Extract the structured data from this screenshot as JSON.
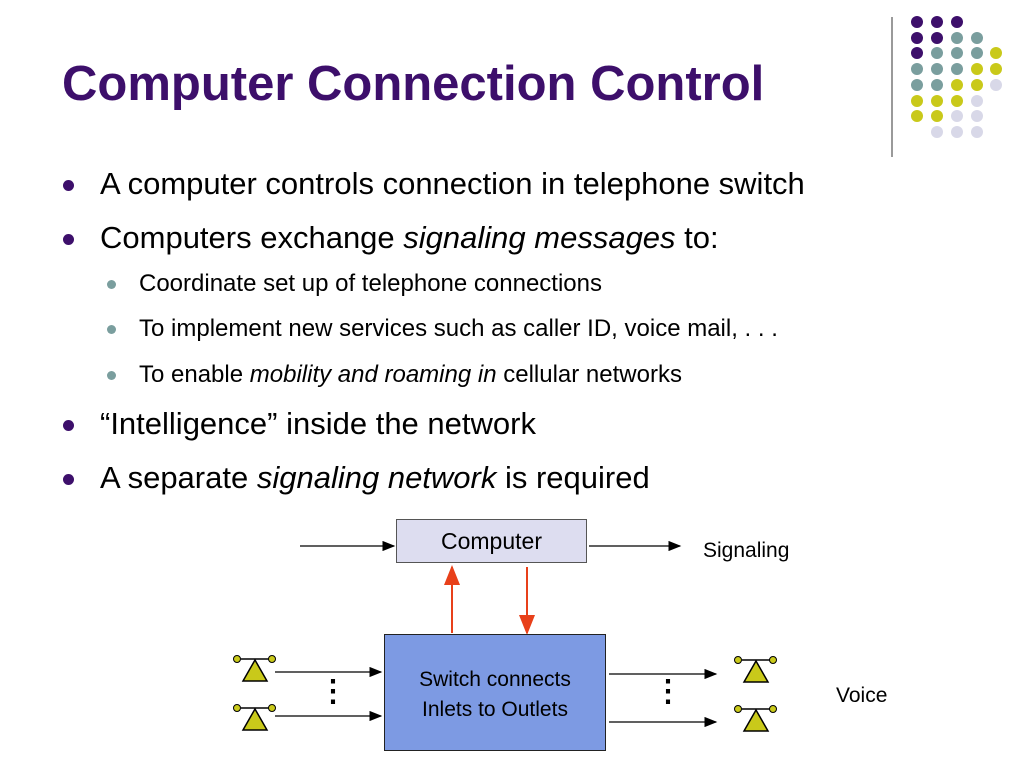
{
  "slide": {
    "title": "Computer Connection Control",
    "bullets": [
      {
        "pre": "A computer controls connection in telephone switch",
        "em": "",
        "post": ""
      },
      {
        "pre": "Computers exchange ",
        "em": "signaling messages",
        "post": " to:"
      }
    ],
    "sub_bullets": [
      {
        "pre": "Coordinate set up of telephone connections",
        "em": "",
        "post": ""
      },
      {
        "pre": "To implement new services such as caller ID, voice mail, . . .",
        "em": "",
        "post": ""
      },
      {
        "pre": "To enable ",
        "em": "mobility and roaming in",
        "post": " cellular networks"
      }
    ],
    "bullets_after": [
      {
        "pre": "“Intelligence” inside the network",
        "em": "",
        "post": ""
      },
      {
        "pre": "A separate ",
        "em": "signaling network",
        "post": " is required"
      }
    ]
  },
  "diagram": {
    "computer_label": "Computer",
    "switch_label_line1": "Switch connects",
    "switch_label_line2": "Inlets to Outlets",
    "signaling_label": "Signaling",
    "voice_label": "Voice",
    "dots_left": "⋮",
    "dots_right": "⋮"
  },
  "colors": {
    "title": "#3d0f6b",
    "purple": "#3d0f6b",
    "teal": "#7a9e9e",
    "yellow": "#c9c91a",
    "lavender": "#d8d8e8",
    "signal_arrow": "#e8401a",
    "switch_box": "#7d9ae3",
    "computer_box": "#ddddf0"
  }
}
